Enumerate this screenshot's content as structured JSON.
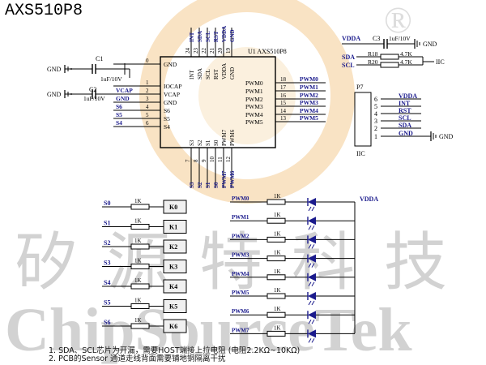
{
  "title": "AXS510P8",
  "watermark": {
    "chinese": "矽源特科技",
    "english": "ChipSourceTek",
    "registered": "®"
  },
  "colors": {
    "net_label": "#1a1a8c",
    "pin_number": "#000000",
    "wire": "#000000",
    "led": "#1a1a8c",
    "key_fill": "#f0f0f0",
    "watermark": "#cfcfcf"
  },
  "ic": {
    "ref": "U1 AXS510P8",
    "top_pin_numbers": [
      "24",
      "23",
      "22",
      "21",
      "20",
      "19"
    ],
    "top_pin_nets": [
      "INT",
      "SDA",
      "SCL",
      "RST",
      "VDDA",
      "GND"
    ],
    "top_pin_names": [
      "INT",
      "SDA",
      "SCL",
      "RST",
      "VDDA",
      "GND"
    ],
    "left_pins": [
      {
        "num": "0",
        "name": "GND",
        "net": ""
      },
      {
        "num": "1",
        "name": "IOCAP",
        "net": ""
      },
      {
        "num": "2",
        "name": "VCAP",
        "net": "VCAP"
      },
      {
        "num": "3",
        "name": "GND",
        "net": "GND"
      },
      {
        "num": "4",
        "name": "S6",
        "net": "S6"
      },
      {
        "num": "5",
        "name": "S5",
        "net": "S5"
      },
      {
        "num": "6",
        "name": "S4",
        "net": "S4"
      }
    ],
    "right_pins": [
      {
        "num": "18",
        "name": "PWM0",
        "net": "PWM0"
      },
      {
        "num": "17",
        "name": "PWM1",
        "net": "PWM1"
      },
      {
        "num": "16",
        "name": "PWM2",
        "net": "PWM2"
      },
      {
        "num": "15",
        "name": "PWM3",
        "net": "PWM3"
      },
      {
        "num": "14",
        "name": "PWM4",
        "net": "PWM4"
      },
      {
        "num": "13",
        "name": "PWM5",
        "net": "PWM5"
      }
    ],
    "bottom_pin_names": [
      "S3",
      "S2",
      "S1",
      "S0",
      "PWM7",
      "PWM6"
    ],
    "bottom_pin_numbers": [
      "7",
      "8",
      "9",
      "10",
      "11",
      "12"
    ],
    "bottom_pin_nets": [
      "S3",
      "S2",
      "S1",
      "S0",
      "PWM7",
      "PWM6"
    ]
  },
  "caps": {
    "c1": {
      "ref": "C1",
      "value": "1uF/10V"
    },
    "c2": {
      "ref": "C2",
      "value": "1uF/10V"
    },
    "c3": {
      "ref": "C3",
      "value": "1uF/10V"
    },
    "gnd": "GND",
    "vcap": "VCAP",
    "vdda": "VDDA"
  },
  "pullups": {
    "rows": [
      {
        "net": "SDA",
        "ref": "R18",
        "value": "4.7K"
      },
      {
        "net": "SCL",
        "ref": "R20",
        "value": "4.7K"
      }
    ],
    "label": "IIC"
  },
  "connector": {
    "ref": "P7",
    "pins": [
      {
        "num": "6",
        "net": "VDDA"
      },
      {
        "num": "5",
        "net": "INT"
      },
      {
        "num": "4",
        "net": "RST"
      },
      {
        "num": "3",
        "net": "SCL"
      },
      {
        "num": "2",
        "net": "SDA"
      },
      {
        "num": "1",
        "net": "GND"
      }
    ],
    "label": "IIC"
  },
  "keys": {
    "rows": [
      {
        "net": "S0",
        "res": "1K",
        "key": "K0"
      },
      {
        "net": "S1",
        "res": "1K",
        "key": "K1"
      },
      {
        "net": "S2",
        "res": "1K",
        "key": "K2"
      },
      {
        "net": "S3",
        "res": "1K",
        "key": "K3"
      },
      {
        "net": "S4",
        "res": "1K",
        "key": "K4"
      },
      {
        "net": "S5",
        "res": "1K",
        "key": "K5"
      },
      {
        "net": "S6",
        "res": "1K",
        "key": "K6"
      }
    ]
  },
  "leds": {
    "supply": "VDDA",
    "rows": [
      {
        "net": "PWM0",
        "res": "1K"
      },
      {
        "net": "PWM1",
        "res": "1K"
      },
      {
        "net": "PWM2",
        "res": "1K"
      },
      {
        "net": "PWM3",
        "res": "1K"
      },
      {
        "net": "PWM4",
        "res": "1K"
      },
      {
        "net": "PWM5",
        "res": "1K"
      },
      {
        "net": "PWM6",
        "res": "1K"
      },
      {
        "net": "PWM7",
        "res": "1K"
      }
    ]
  },
  "notes": [
    "1. SDA、SCL芯片为开漏，需要HOST端接上拉电阻 (电阻2.2KΩ~10KΩ)",
    "2. PCB的Sensor 通道走线背面需要铺地铜隔离干扰"
  ]
}
